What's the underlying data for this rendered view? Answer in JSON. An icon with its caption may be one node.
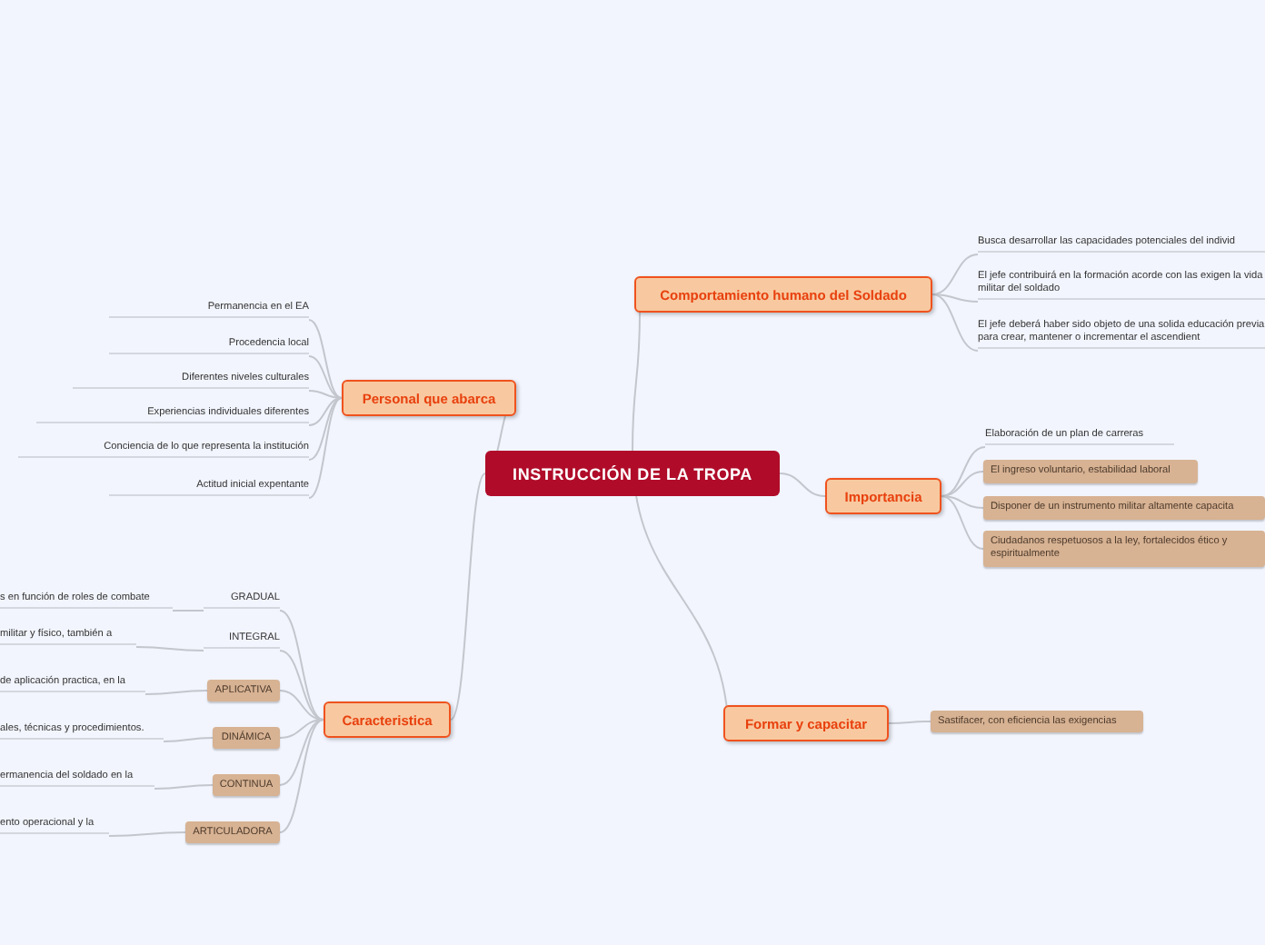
{
  "diagram": {
    "nodes": [
      {
        "text": [
          "INSTRUCCIÓN DE LA TROPA"
        ]
      },
      {
        "text": [
          "Personal que abarca"
        ]
      },
      {
        "text": [
          "Permanencia en el EA"
        ]
      },
      {
        "text": [
          "Procedencia local"
        ]
      },
      {
        "text": [
          "Diferentes niveles culturales"
        ]
      },
      {
        "text": [
          "Experiencias individuales diferentes"
        ]
      },
      {
        "text": [
          "Conciencia de lo que representa la institución"
        ]
      },
      {
        "text": [
          "Actitud inicial expentante"
        ]
      },
      {
        "text": [
          "Comportamiento humano del Soldado"
        ]
      },
      {
        "text": [
          "Busca desarrollar las capacidades potenciales del individ"
        ]
      },
      {
        "text": [
          "El jefe contribuirá en la formación acorde con las exigen la vida militar del soldado"
        ]
      },
      {
        "text": [
          "El jefe deberá haber sido objeto de una solida educación previa para crear, mantener o incrementar el ascendient"
        ]
      },
      {
        "text": [
          "Importancia"
        ]
      },
      {
        "text": [
          "Elaboración de un plan de carreras"
        ]
      },
      {
        "text": [
          "El ingreso voluntario, estabilidad laboral"
        ]
      },
      {
        "text": [
          "Disponer de un instrumento militar altamente capacita"
        ]
      },
      {
        "text": [
          "Ciudadanos respetuosos a la ley, fortalecidos ético y espiritualmente"
        ]
      },
      {
        "text": [
          "Formar y capacitar"
        ]
      },
      {
        "text": [
          "Sastifacer, con eficiencia las exigencias"
        ]
      },
      {
        "text": [
          "Caracteristica"
        ]
      },
      {
        "text": [
          "GRADUAL"
        ]
      },
      {
        "text": [
          "s en función de roles de combate"
        ]
      },
      {
        "text": [
          "INTEGRAL"
        ]
      },
      {
        "text": [
          "militar y físico, también a"
        ]
      },
      {
        "text": [
          "APLICATIVA"
        ]
      },
      {
        "text": [
          "de aplicación practica, en la"
        ]
      },
      {
        "text": [
          "DINÁMICA"
        ]
      },
      {
        "text": [
          "ales, técnicas y procedimientos."
        ]
      },
      {
        "text": [
          "CONTINUA"
        ]
      },
      {
        "text": [
          "ermanencia del soldado en la"
        ]
      },
      {
        "text": [
          "ARTICULADORA"
        ]
      },
      {
        "text": [
          "ento operacional y la"
        ]
      }
    ],
    "edges": [
      {
        "from": 0,
        "to": 1,
        "arrow": "none"
      },
      {
        "from": 0,
        "to": 8,
        "arrow": "none"
      },
      {
        "from": 0,
        "to": 12,
        "arrow": "none"
      },
      {
        "from": 0,
        "to": 17,
        "arrow": "none"
      },
      {
        "from": 0,
        "to": 19,
        "arrow": "none"
      },
      {
        "from": 1,
        "to": 2,
        "arrow": "none"
      },
      {
        "from": 1,
        "to": 3,
        "arrow": "none"
      },
      {
        "from": 1,
        "to": 4,
        "arrow": "none"
      },
      {
        "from": 1,
        "to": 5,
        "arrow": "none"
      },
      {
        "from": 1,
        "to": 6,
        "arrow": "none"
      },
      {
        "from": 1,
        "to": 7,
        "arrow": "none"
      },
      {
        "from": 8,
        "to": 9,
        "arrow": "none"
      },
      {
        "from": 8,
        "to": 10,
        "arrow": "none"
      },
      {
        "from": 8,
        "to": 11,
        "arrow": "none"
      },
      {
        "from": 12,
        "to": 13,
        "arrow": "none"
      },
      {
        "from": 12,
        "to": 14,
        "arrow": "none"
      },
      {
        "from": 12,
        "to": 15,
        "arrow": "none"
      },
      {
        "from": 12,
        "to": 16,
        "arrow": "none"
      },
      {
        "from": 17,
        "to": 18,
        "arrow": "none"
      },
      {
        "from": 19,
        "to": 20,
        "arrow": "none"
      },
      {
        "from": 19,
        "to": 22,
        "arrow": "none"
      },
      {
        "from": 19,
        "to": 24,
        "arrow": "none"
      },
      {
        "from": 19,
        "to": 26,
        "arrow": "none"
      },
      {
        "from": 19,
        "to": 28,
        "arrow": "none"
      },
      {
        "from": 19,
        "to": 30,
        "arrow": "none"
      },
      {
        "from": 20,
        "to": 21,
        "arrow": "none"
      },
      {
        "from": 22,
        "to": 23,
        "arrow": "none"
      },
      {
        "from": 24,
        "to": 25,
        "arrow": "none"
      },
      {
        "from": 26,
        "to": 27,
        "arrow": "none"
      },
      {
        "from": 28,
        "to": 29,
        "arrow": "none"
      },
      {
        "from": 30,
        "to": 31,
        "arrow": "none"
      }
    ]
  }
}
